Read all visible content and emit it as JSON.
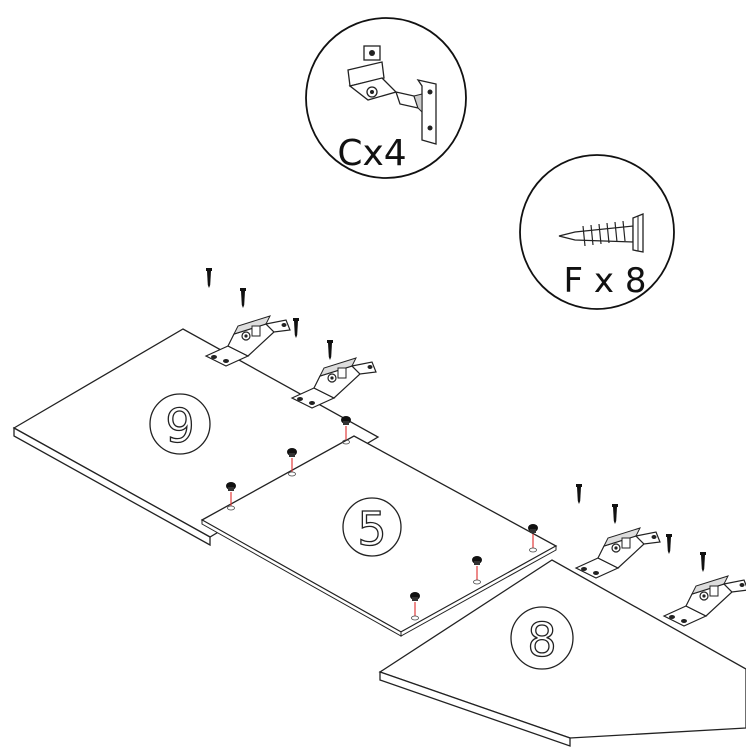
{
  "callouts": {
    "hinge": {
      "label": "Cx4",
      "part": "hinge-icon"
    },
    "screw": {
      "label": "F x 8",
      "part": "screw-icon"
    }
  },
  "panels": [
    {
      "id": "panel-9",
      "label": "9"
    },
    {
      "id": "panel-5",
      "label": "5"
    },
    {
      "id": "panel-8",
      "label": "8"
    }
  ],
  "colors": {
    "line": "#222222",
    "panel": "#ffffff",
    "dowel_line": "#e23b3b"
  }
}
